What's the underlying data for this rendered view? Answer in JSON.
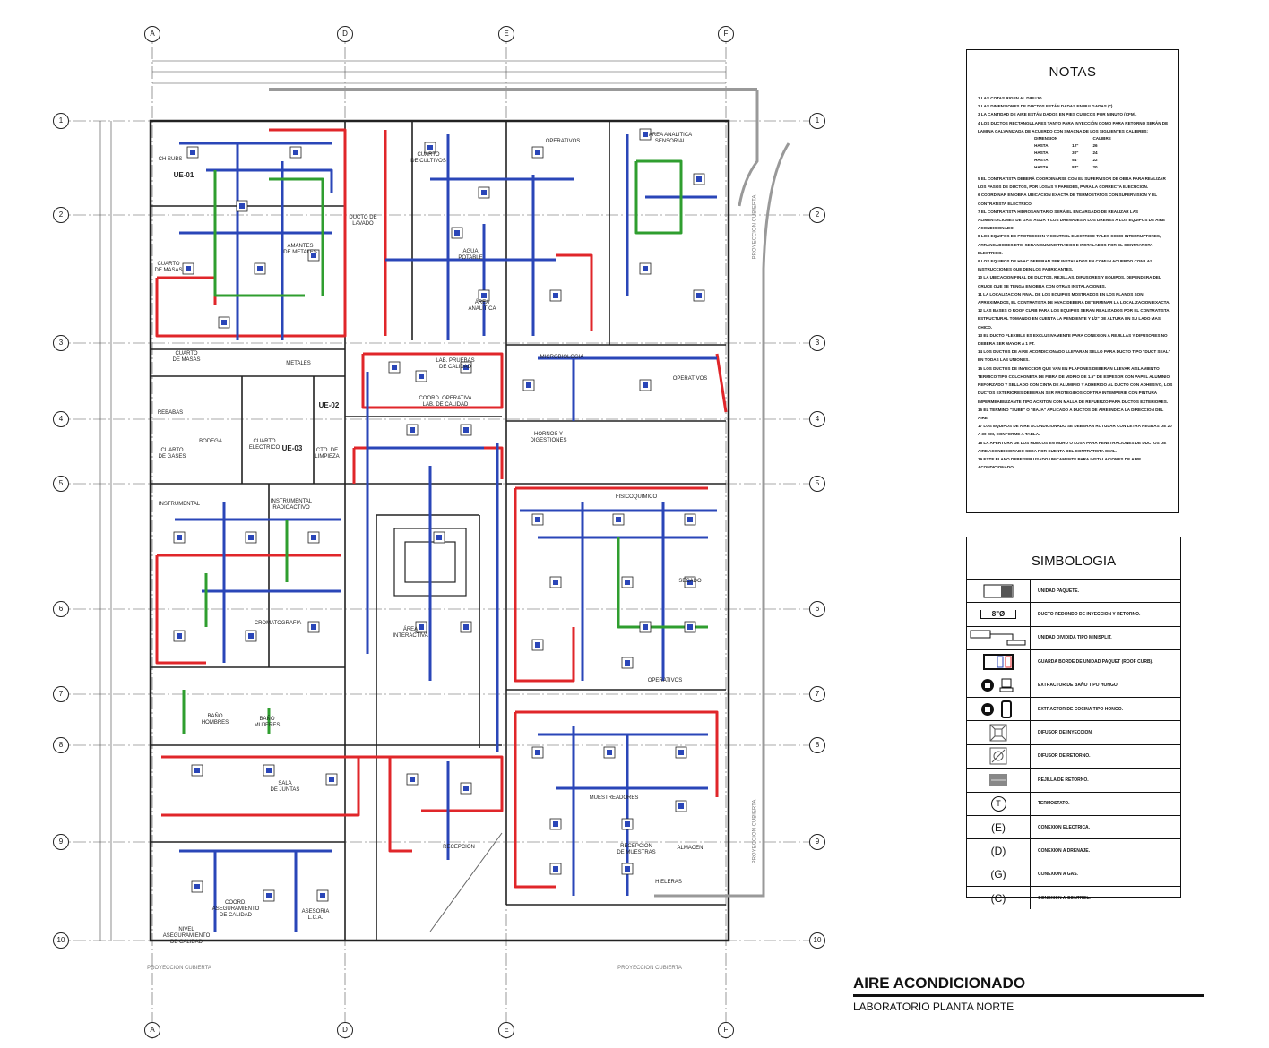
{
  "title": {
    "main": "AIRE ACONDICIONADO",
    "sub": "LABORATORIO PLANTA NORTE"
  },
  "grid": {
    "columns": [
      "A",
      "D",
      "E",
      "F"
    ],
    "rows": [
      "1",
      "2",
      "3",
      "4",
      "5",
      "6",
      "7",
      "8",
      "9",
      "10"
    ]
  },
  "colors": {
    "supply": "#e0262a",
    "return": "#2a46b8",
    "minisplit": "#2f9e2f",
    "wall": "#222222"
  },
  "rooms": {
    "r1": "CH SUBS",
    "r2": "UE-01",
    "r3": "CUARTO\nDE MASAS",
    "r4": "AMANTES\nDE METALES",
    "r5": "CUARTO\nDE MASAS",
    "r6": "METALES",
    "r7": "REBABAS",
    "r8": "BODEGA",
    "r9": "CUARTO\nELECTRICO",
    "r10": "UE-02",
    "r11": "UE-03",
    "r12": "CUARTO\nDE GASES",
    "r13": "CTO. DE\nLIMPIEZA",
    "r14": "INSTRUMENTAL",
    "r15": "INSTRUMENTAL\nRADIOACTIVO",
    "r16": "CROMATOGRAFIA",
    "r17": "BAÑO\nHOMBRES",
    "r18": "BAÑO\nMUJERES",
    "r19": "SALA\nDE JUNTAS",
    "r20": "COORD. ASEGURAMIENTO\nDE CALIDAD",
    "r21": "ASESORIA\nL.C.A.",
    "r22": "NIVEL ASEGURAMIENTO\nDE CALIDAD",
    "r23": "ÁREA\nINTERACTIVA",
    "r24": "RECEPCION",
    "r25": "DUCTO DE\nLAVADO",
    "r26": "CUARTO\nDE CULTIVOS",
    "r27": "OPERATIVOS",
    "r28": "AREA ANALITICA\nSENSORIAL",
    "r29": "AGUA\nPOTABLE",
    "r30": "ÁREA\nANALITICA",
    "r31": "LAB. PRUEBAS\nDE CALIDAD",
    "r32": "MICROBIOLOGIA",
    "r33": "HORNOS Y DIGESTIONES",
    "r34": "COORD. OPERATIVA\nLAB. DE CALIDAD",
    "r35": "FISICOQUIMICO",
    "r36": "OPERATIVOS",
    "r37": "MUESTREADORES",
    "r38": "RECEPCION\nDE MUESTRAS",
    "r39": "ALMACEN",
    "r40": "HIELERAS",
    "r41": "SECADO",
    "r42": "OPERATIVOS",
    "p1": "PROYECCION CUBIERTA",
    "p2": "PROYECCION CUBIERTA",
    "p3": "PROYECCION CUBIERTA",
    "p4": "PROYECCION CUBIERTA"
  },
  "notes": {
    "title": "NOTAS",
    "items": [
      "1 LAS COTAS RIGEN AL DIBUJO.",
      "2 LAS DIMENSIONES DE DUCTOS ESTÁN DADAS EN PULGADAS (\")",
      "3 LA CANTIDAD DE AIRE ESTÁN DADOS EN PIES CUBICOS POR MINUTO (CFM).",
      "4 LOS DUCTOS RECTANGULARES TANTO PARA INYECCIÓN COMO PARA RETORNO SERÁN DE LAMINA GALVANIZADA DE ACUERDO CON SMACNA DE LOS SIGUIENTES CALIBRES:"
    ],
    "gauge_table": {
      "headers": [
        "DIMENSION",
        "CALIBRE"
      ],
      "rows": [
        [
          "HASTA",
          "12\"",
          "26"
        ],
        [
          "HASTA",
          "30\"",
          "24"
        ],
        [
          "HASTA",
          "54\"",
          "22"
        ],
        [
          "HASTA",
          "84\"",
          "20"
        ]
      ]
    },
    "items2": [
      "5 EL CONTRATISTA DEBERÁ COORDINARSE CON EL SUPERVISOR DE OBRA PARA REALIZAR LOS PASOS DE DUCTOS, POR LOSAS Y PAREDES, PARA LA CORRECTA EJECUCION.",
      "6 COORDINAR EN OBRA UBICACION EXACTA DE TERMOSTATOS CON SUPERVISION Y EL CONTRATISTA ELECTRICO.",
      "7 EL CONTRATISTA HIDROSANITARIO SERÁ EL ENCARGADO DE REALIZAR LAS ALIMENTACIONES DE GAS, AGUA Y LOS DRENAJES A LOS DRENES A LOS EQUIPOS DE AIRE ACONDICIONADO.",
      "8 LOS EQUIPOS DE PROTECCION Y CONTROL ELECTRICO TALES COMO INTERRUPTORES, ARRANCADORES ETC. SERAN SUMINISTRADOS E INSTALADOS POR EL CONTRATISTA ELECTRICO.",
      "9 LOS EQUIPOS DE HVAC DEBERAN SER INSTALADOS EN COMUN ACUERDO CON LAS INSTRUCCIONES QUE DEN LOS FABRICANTES.",
      "10 LA UBICACION FINAL DE DUCTOS, REJILLAS, DIFUSORES Y EQUIPOS, DEPENDERA DEL CRUCE QUE SE TENGA EN OBRA CON OTRAS INSTALACIONES.",
      "11 LA LOCALIZACION FINAL DE LOS EQUIPOS MOSTRADOS EN LOS PLANOS SON APROXIMADOS, EL CONTRATISTA DE HVAC DEBERA DETERMINAR LA LOCALIZACION EXACTA.",
      "12 LAS BASES O ROOF CURB PARA LOS EQUIPOS SERAN REALIZADOS POR EL CONTRATISTA ESTRUCTURAL TOMANDO EN CUENTA LA PENDIENTE Y 1/2\" DE ALTURA EN SU LADO MAS CHICO.",
      "13 EL DUCTO FLEXIBLE ES EXCLUSIVAMENTE PARA CONEXION A REJILLAS Y DIFUSORES NO DEBERA SER MAYOR A 1 FT.",
      "14 LOS DUCTOS DE AIRE ACONDICIONADO LLEVARAN SELLO PARA DUCTO TIPO \"DUCT SEAL\" EN TODAS LAS UNIONES.",
      "15 LOS DUCTOS DE INYECCION QUE VAN EN PLAFONES DEBERAN LLEVAR AISLAMIENTO TERMICO TIPO COLCHONETA DE FIBRA DE VIDRIO DE 1.5\" DE ESPESOR CON PAPEL ALUMINIO REFORZADO Y SELLADO CON CINTA DE ALUMINIO Y ADHERIDO AL DUCTO CON ADHESIVO, LOS DUCTOS EXTERIORES DEBERAN SER PROTEGIDOS CONTRA INTEMPERIE CON PINTURA IMPERMEABILIZANTE TIPO ACRITON CON MALLA DE REFUERZO PARA DUCTOS EXTERIORES.",
      "16 EL TERMINO \"SUBE\" O \"BAJA\" APLICADO A DUCTOS DE AIRE INDICA LA DIRECCION DEL AIRE.",
      "17 LOS EQUIPOS DE AIRE ACONDICIONADO SE DEBERAN ROTULAR CON LETRA NEGRAS DE 20 A 30 CM, CONFORME A TABLA.",
      "18 LA APERTURA DE LOS HUECOS EN MURO O LOSA PARA PENETRACIONES DE DUCTOS DE AIRE ACONDICIONADO SERA POR CUENTA DEL CONTRATISTA CIVIL.",
      "19 ESTE PLANO DEBE SER USADO UNICAMENTE PARA INSTALACIONES DE AIRE ACONDICIONADO."
    ]
  },
  "legend": {
    "title": "SIMBOLOGIA",
    "items": [
      {
        "icon": "package-unit-icon",
        "label": "UNIDAD PAQUETE."
      },
      {
        "icon": "round-duct-icon",
        "symbol": "8\"Ø",
        "label": "DUCTO REDONDO DE INYECCION Y RETORNO."
      },
      {
        "icon": "minisplit-icon",
        "label": "UNIDAD DIVIDIDA TIPO MINISPLIT."
      },
      {
        "icon": "roof-curb-icon",
        "label": "GUARDA BORDE DE UNIDAD PAQUET (ROOF CURB)."
      },
      {
        "icon": "bath-extractor-icon",
        "label": "EXTRACTOR DE BAÑO TIPO HONGO."
      },
      {
        "icon": "kitchen-extractor-icon",
        "label": "EXTRACTOR DE COCINA TIPO HONGO."
      },
      {
        "icon": "supply-diffuser-icon",
        "label": "DIFUSOR DE INYECCION."
      },
      {
        "icon": "return-diffuser-icon",
        "label": "DIFUSOR DE RETORNO."
      },
      {
        "icon": "return-grille-icon",
        "label": "REJILLA DE RETORNO."
      },
      {
        "icon": "thermostat-icon",
        "symbol": "T",
        "label": "TERMOSTATO."
      },
      {
        "icon": "electrical-connection-icon",
        "symbol": "(E)",
        "label": "CONEXION ELECTRICA."
      },
      {
        "icon": "drain-connection-icon",
        "symbol": "(D)",
        "label": "CONEXION A DRENAJE."
      },
      {
        "icon": "gas-connection-icon",
        "symbol": "(G)",
        "label": "CONEXION A GAS."
      },
      {
        "icon": "control-connection-icon",
        "symbol": "(C)",
        "label": "CONEXION A CONTROL."
      }
    ]
  }
}
